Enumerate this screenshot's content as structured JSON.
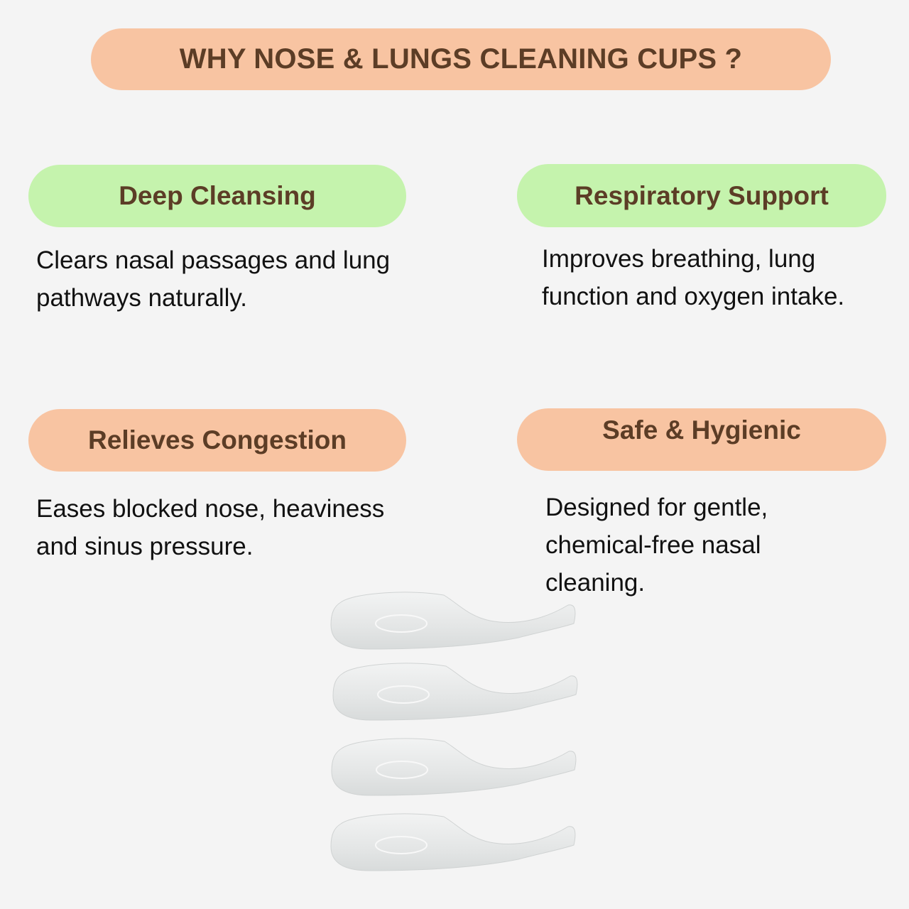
{
  "header": {
    "title": "WHY NOSE & LUNGS CLEANING CUPS ?"
  },
  "features": [
    {
      "title": "Deep Cleansing",
      "color": "#c5f3ad",
      "lines": [
        "Clears nasal passages and lung",
        "pathways naturally."
      ]
    },
    {
      "title": "Respiratory Support",
      "color": "#c5f3ad",
      "lines": [
        "Improves breathing, lung",
        "function and oxygen intake."
      ]
    },
    {
      "title": "Relieves Congestion",
      "color": "#f8c4a2",
      "lines": [
        "Eases blocked nose, heaviness",
        "and sinus pressure."
      ]
    },
    {
      "title": "Safe & Hygienic",
      "color": "#f8c4a2",
      "lines": [
        "Designed for gentle,",
        "chemical-free nasal",
        "cleaning."
      ]
    }
  ],
  "product_image": {
    "description": "Four white nasal cleaning cups",
    "count": 4
  },
  "colors": {
    "peach": "#f8c4a2",
    "green": "#c5f3ad",
    "heading_text": "#5c3d26",
    "body_text": "#111111",
    "background": "#f4f4f4"
  }
}
